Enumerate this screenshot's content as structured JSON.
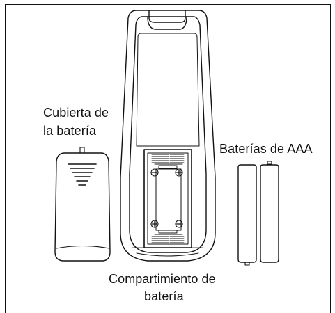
{
  "labels": {
    "cover_line1": "Cubierta de",
    "cover_line2": "la batería",
    "batteries": "Baterías de AAA",
    "compartment_line1": "Compartimiento de",
    "compartment_line2": "batería"
  },
  "colors": {
    "line": "#111111",
    "background": "#ffffff"
  }
}
